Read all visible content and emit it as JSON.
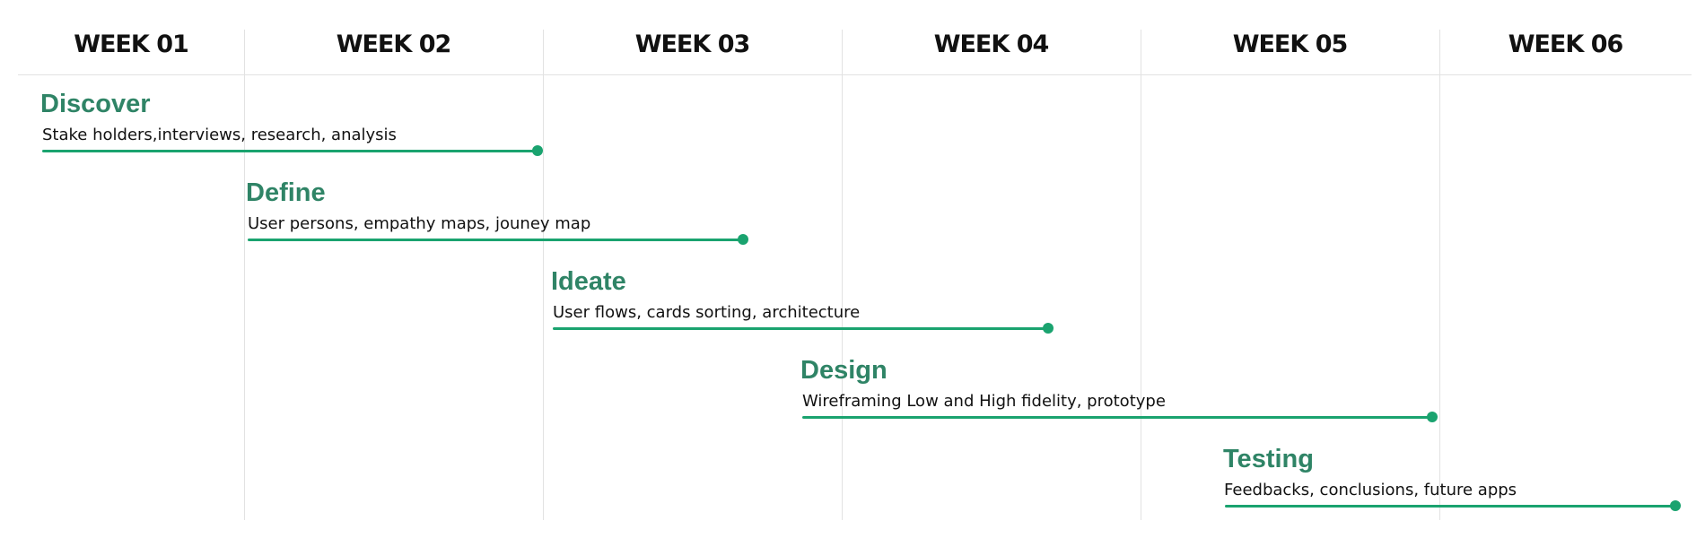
{
  "timeline": {
    "weeks": [
      "WEEK 01",
      "WEEK 02",
      "WEEK 03",
      "WEEK 04",
      "WEEK 05",
      "WEEK 06"
    ],
    "phases": [
      {
        "title": "Discover",
        "description": "Stake holders,interviews, research, analysis"
      },
      {
        "title": "Define",
        "description": "User persons, empathy maps, jouney map"
      },
      {
        "title": "Ideate",
        "description": "User flows, cards sorting, architecture"
      },
      {
        "title": "Design",
        "description": "Wireframing Low and High fidelity, prototype"
      },
      {
        "title": "Testing",
        "description": "Feedbacks, conclusions, future apps"
      }
    ]
  },
  "colors": {
    "accent": "#1aa36f",
    "title": "#2f8466",
    "text": "#111111",
    "gridline": "#e2e2e2",
    "background": "#ffffff"
  }
}
